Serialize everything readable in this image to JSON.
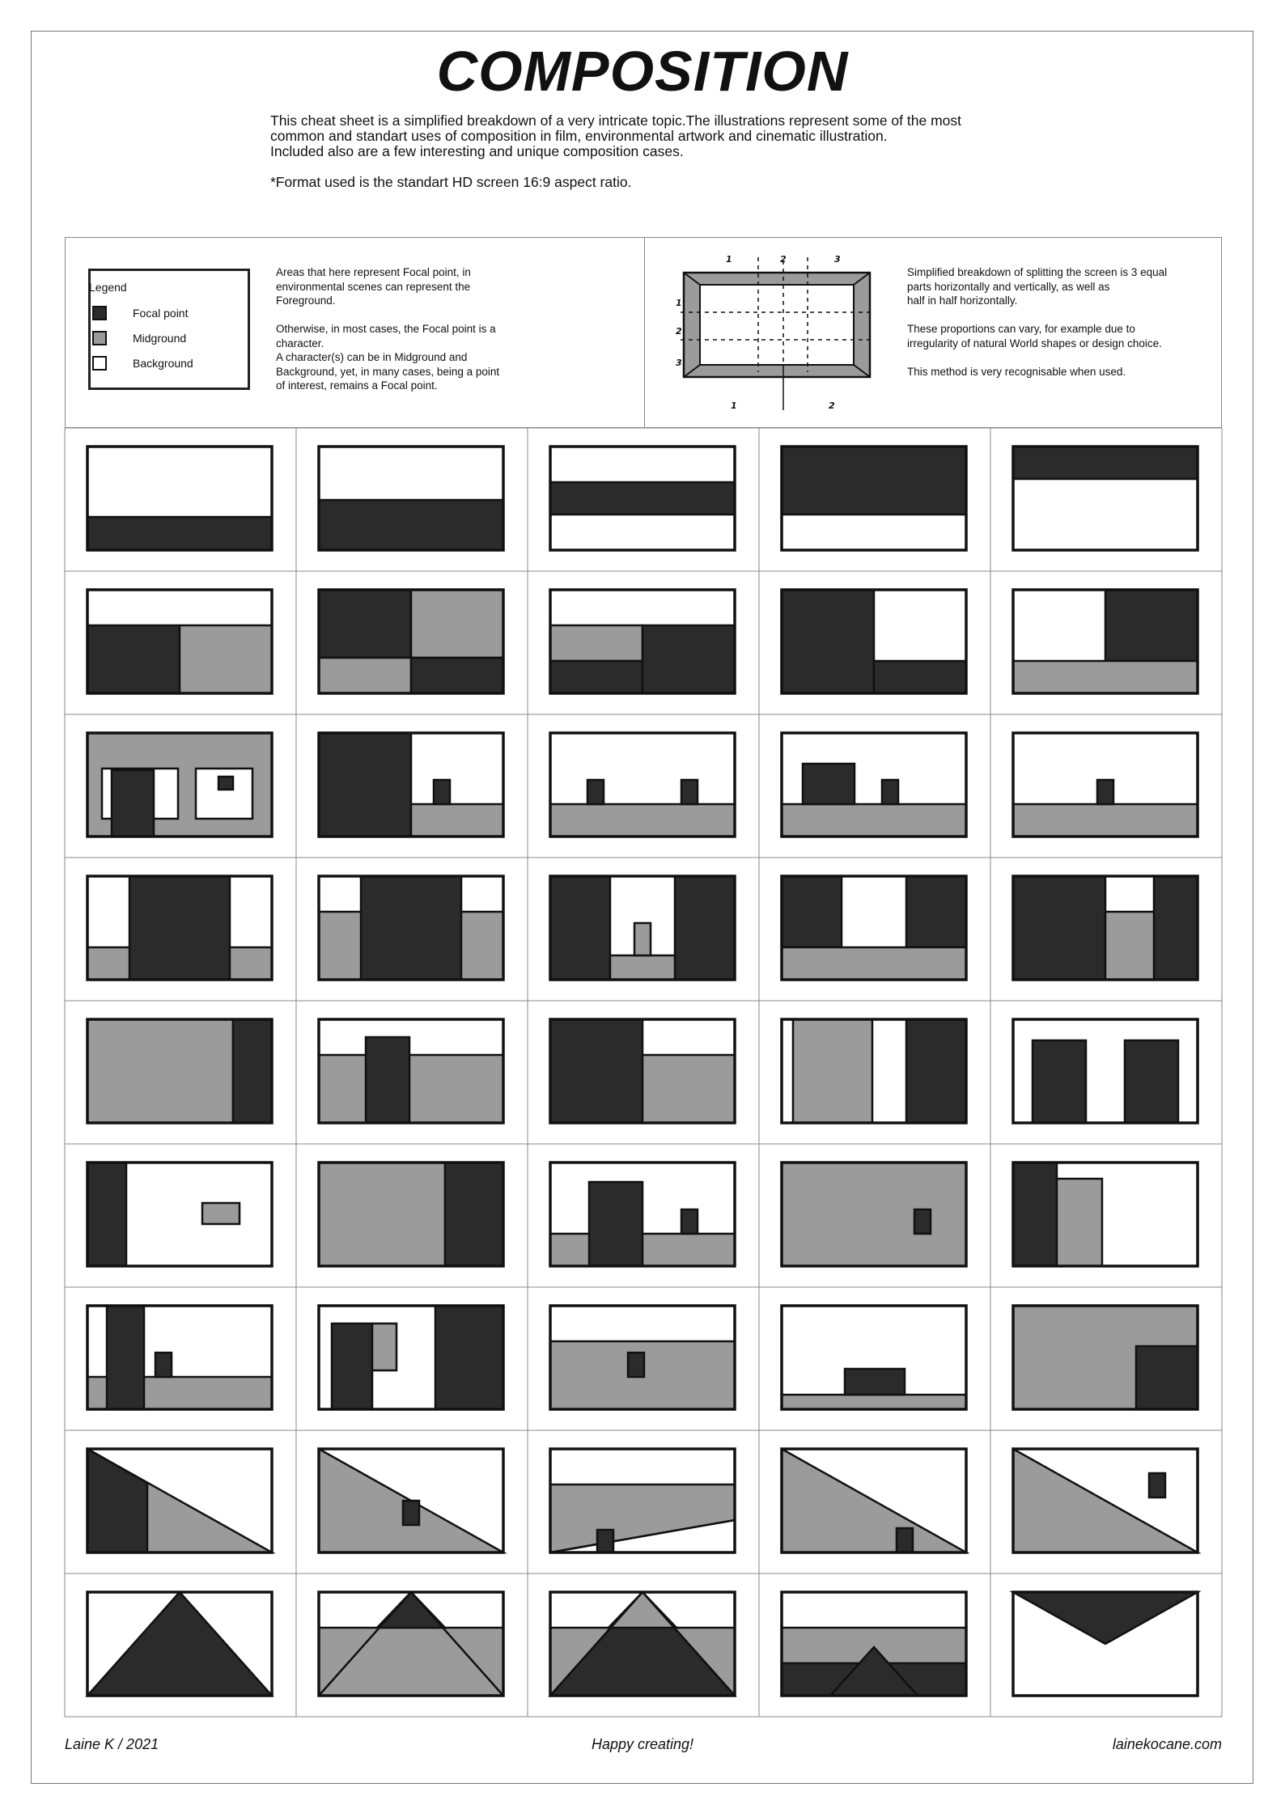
{
  "title": "COMPOSITION",
  "intro": {
    "lines": [
      "This cheat sheet is a simplified breakdown of a very intricate topic.The illustrations represent some of the most",
      "common and standart uses of composition in film, environmental artwork and cinematic illustration.",
      "Included also are a few interesting and unique composition cases."
    ],
    "note": "*Format used is the standart HD screen 16:9 aspect ratio."
  },
  "legend": {
    "title": "Legend",
    "items": [
      {
        "label": "Focal point",
        "color": "#2b2b2b"
      },
      {
        "label": "Midground",
        "color": "#9b9b9b"
      },
      {
        "label": "Background",
        "color": "#ffffff"
      }
    ]
  },
  "info_left": {
    "para1": [
      "Areas that here represent Focal point, in",
      "environmental scenes can represent the",
      "Foreground."
    ],
    "para2": [
      "Otherwise, in most cases, the Focal point is a",
      "character.",
      "A character(s) can be in Midground and",
      "Background, yet, in many cases, being a point",
      "of interest, remains a Focal point."
    ]
  },
  "info_right": {
    "para1": [
      "Simplified breakdown of splitting the screen is 3 equal",
      "parts horizontally and vertically, as well as",
      "half in half horizontally."
    ],
    "para2": [
      "These proportions can vary, for example due to",
      "irregularity of natural World shapes or design choice."
    ],
    "para3": [
      "This method is very recognisable when used."
    ]
  },
  "thirds_diagram": {
    "top_labels": [
      "1",
      "2",
      "3"
    ],
    "side_labels": [
      "1",
      "2",
      "3"
    ],
    "bottom_labels": [
      "1",
      "2"
    ]
  },
  "colors": {
    "focal": "#2b2b2b",
    "mid": "#9b9b9b",
    "bg": "#ffffff",
    "stroke": "#111111"
  },
  "footer": {
    "left": "Laine K / 2021",
    "center": "Happy creating!",
    "right": "lainekocane.com"
  }
}
